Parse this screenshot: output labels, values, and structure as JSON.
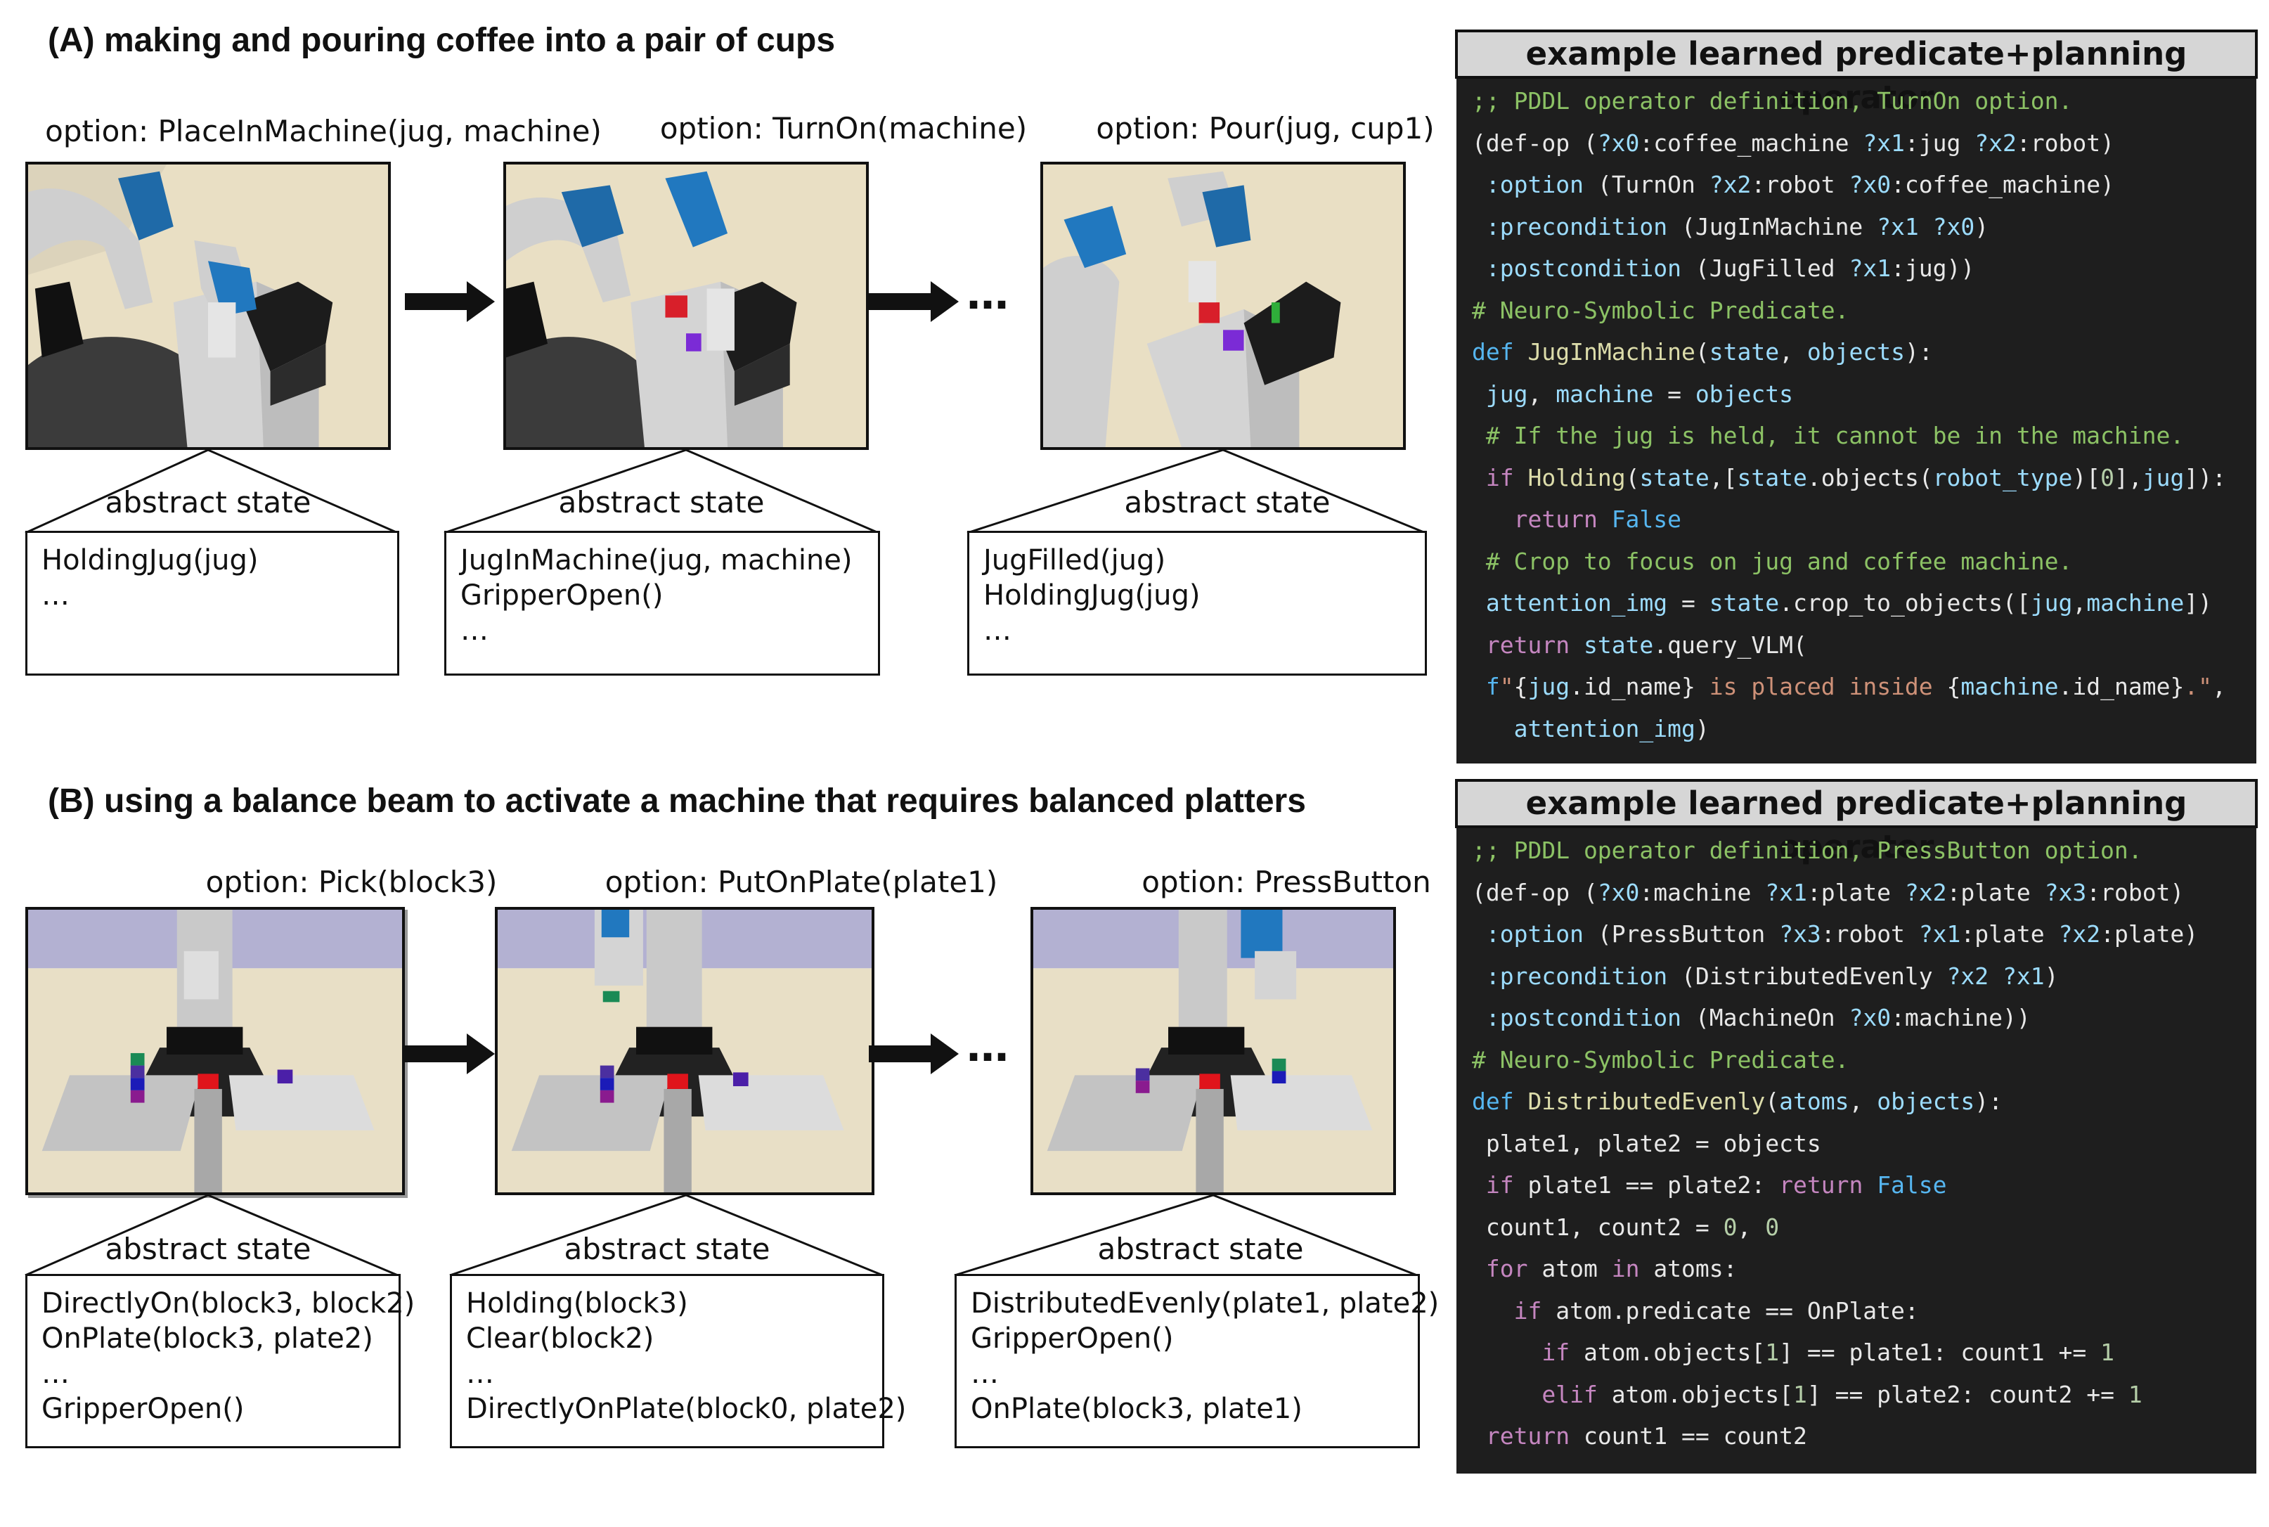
{
  "panel_a": {
    "heading": "(A) making and pouring coffee into a pair of cups",
    "steps": [
      {
        "option": "option: PlaceInMachine(jug, machine)",
        "state_label": "abstract state",
        "state_lines": [
          "HoldingJug(jug)",
          "…"
        ]
      },
      {
        "option": "option: TurnOn(machine)",
        "state_label": "abstract state",
        "state_lines": [
          "JugInMachine(jug, machine)",
          "GripperOpen()",
          "…"
        ]
      },
      {
        "option": "option: Pour(jug, cup1)",
        "state_label": "abstract state",
        "state_lines": [
          "JugFilled(jug)",
          "HoldingJug(jug)",
          "…"
        ]
      }
    ],
    "ellipsis": "…",
    "code_title": "example learned predicate+planning operator",
    "code_lines": [
      [
        [
          "c-cm",
          ";; PDDL operator definition, TurnOn option."
        ]
      ],
      [
        [
          "c-tx",
          "(def-op ("
        ],
        [
          "c-vr",
          "?x0"
        ],
        [
          "c-tx",
          ":coffee_machine "
        ],
        [
          "c-vr",
          "?x1"
        ],
        [
          "c-tx",
          ":jug "
        ],
        [
          "c-vr",
          "?x2"
        ],
        [
          "c-tx",
          ":robot)"
        ]
      ],
      [
        [
          "c-tx",
          " "
        ],
        [
          "c-vr",
          ":option"
        ],
        [
          "c-tx",
          " (TurnOn "
        ],
        [
          "c-vr",
          "?x2"
        ],
        [
          "c-tx",
          ":robot "
        ],
        [
          "c-vr",
          "?x0"
        ],
        [
          "c-tx",
          ":coffee_machine)"
        ]
      ],
      [
        [
          "c-tx",
          " "
        ],
        [
          "c-vr",
          ":precondition"
        ],
        [
          "c-tx",
          " (JugInMachine "
        ],
        [
          "c-vr",
          "?x1 ?x0"
        ],
        [
          "c-tx",
          ")"
        ]
      ],
      [
        [
          "c-tx",
          " "
        ],
        [
          "c-vr",
          ":postcondition"
        ],
        [
          "c-tx",
          " (JugFilled "
        ],
        [
          "c-vr",
          "?x1"
        ],
        [
          "c-tx",
          ":jug))"
        ]
      ],
      [
        [
          "c-cm",
          "# Neuro-Symbolic Predicate."
        ]
      ],
      [
        [
          "c-bl",
          "def "
        ],
        [
          "c-fn",
          "JugInMachine"
        ],
        [
          "c-tx",
          "("
        ],
        [
          "c-vr",
          "state"
        ],
        [
          "c-tx",
          ", "
        ],
        [
          "c-vr",
          "objects"
        ],
        [
          "c-tx",
          "):"
        ]
      ],
      [
        [
          "c-tx",
          " "
        ],
        [
          "c-vr",
          "jug"
        ],
        [
          "c-tx",
          ", "
        ],
        [
          "c-vr",
          "machine"
        ],
        [
          "c-tx",
          " = "
        ],
        [
          "c-vr",
          "objects"
        ]
      ],
      [
        [
          "c-cm",
          " # If the jug is held, it cannot be in the machine."
        ]
      ],
      [
        [
          "c-tx",
          " "
        ],
        [
          "c-kw",
          "if "
        ],
        [
          "c-fn",
          "Holding"
        ],
        [
          "c-tx",
          "("
        ],
        [
          "c-vr",
          "state"
        ],
        [
          "c-tx",
          ",["
        ],
        [
          "c-vr",
          "state"
        ],
        [
          "c-tx",
          ".objects("
        ],
        [
          "c-vr",
          "robot_type"
        ],
        [
          "c-tx",
          ")["
        ],
        [
          "c-nm",
          "0"
        ],
        [
          "c-tx",
          "],"
        ],
        [
          "c-vr",
          "jug"
        ],
        [
          "c-tx",
          "]):"
        ]
      ],
      [
        [
          "c-tx",
          "   "
        ],
        [
          "c-kw",
          "return "
        ],
        [
          "c-bl",
          "False"
        ]
      ],
      [
        [
          "c-cm",
          " # Crop to focus on jug and coffee machine."
        ]
      ],
      [
        [
          "c-tx",
          " "
        ],
        [
          "c-vr",
          "attention_img"
        ],
        [
          "c-tx",
          " = "
        ],
        [
          "c-vr",
          "state"
        ],
        [
          "c-tx",
          ".crop_to_objects(["
        ],
        [
          "c-vr",
          "jug"
        ],
        [
          "c-tx",
          ","
        ],
        [
          "c-vr",
          "machine"
        ],
        [
          "c-tx",
          "])"
        ]
      ],
      [
        [
          "c-tx",
          " "
        ],
        [
          "c-kw",
          "return "
        ],
        [
          "c-vr",
          "state"
        ],
        [
          "c-tx",
          ".query_VLM("
        ]
      ],
      [
        [
          "c-tx",
          " "
        ],
        [
          "c-bl",
          "f"
        ],
        [
          "c-st",
          "\""
        ],
        [
          "c-tx",
          "{"
        ],
        [
          "c-vr",
          "jug"
        ],
        [
          "c-tx",
          ".id_name}"
        ],
        [
          "c-st",
          " is placed inside "
        ],
        [
          "c-tx",
          "{"
        ],
        [
          "c-vr",
          "machine"
        ],
        [
          "c-tx",
          ".id_name}"
        ],
        [
          "c-st",
          ".\""
        ],
        [
          "c-tx",
          ","
        ]
      ],
      [
        [
          "c-tx",
          "   "
        ],
        [
          "c-vr",
          "attention_img"
        ],
        [
          "c-tx",
          ")"
        ]
      ]
    ]
  },
  "panel_b": {
    "heading": "(B) using a balance beam to activate a machine that requires balanced platters",
    "steps": [
      {
        "option": "option: Pick(block3)",
        "state_label": "abstract state",
        "state_lines": [
          "DirectlyOn(block3, block2)",
          "OnPlate(block3, plate2)",
          "…",
          "GripperOpen()"
        ]
      },
      {
        "option": "option: PutOnPlate(plate1)",
        "state_label": "abstract state",
        "state_lines": [
          "Holding(block3)",
          "Clear(block2)",
          "…",
          "DirectlyOnPlate(block0, plate2)"
        ]
      },
      {
        "option": "option: PressButton",
        "state_label": "abstract state",
        "state_lines": [
          "DistributedEvenly(plate1, plate2)",
          "GripperOpen()",
          "…",
          "OnPlate(block3, plate1)"
        ]
      }
    ],
    "ellipsis": "…",
    "code_title": "example learned predicate+planning operator",
    "code_lines": [
      [
        [
          "c-cm",
          ";; PDDL operator definition, PressButton option."
        ]
      ],
      [
        [
          "c-tx",
          "(def-op ("
        ],
        [
          "c-vr",
          "?x0"
        ],
        [
          "c-tx",
          ":machine "
        ],
        [
          "c-vr",
          "?x1"
        ],
        [
          "c-tx",
          ":plate "
        ],
        [
          "c-vr",
          "?x2"
        ],
        [
          "c-tx",
          ":plate "
        ],
        [
          "c-vr",
          "?x3"
        ],
        [
          "c-tx",
          ":robot)"
        ]
      ],
      [
        [
          "c-tx",
          " "
        ],
        [
          "c-vr",
          ":option"
        ],
        [
          "c-tx",
          " (PressButton "
        ],
        [
          "c-vr",
          "?x3"
        ],
        [
          "c-tx",
          ":robot "
        ],
        [
          "c-vr",
          "?x1"
        ],
        [
          "c-tx",
          ":plate "
        ],
        [
          "c-vr",
          "?x2"
        ],
        [
          "c-tx",
          ":plate)"
        ]
      ],
      [
        [
          "c-tx",
          " "
        ],
        [
          "c-vr",
          ":precondition"
        ],
        [
          "c-tx",
          " (DistributedEvenly "
        ],
        [
          "c-vr",
          "?x2 ?x1"
        ],
        [
          "c-tx",
          ")"
        ]
      ],
      [
        [
          "c-tx",
          " "
        ],
        [
          "c-vr",
          ":postcondition"
        ],
        [
          "c-tx",
          " (MachineOn "
        ],
        [
          "c-vr",
          "?x0"
        ],
        [
          "c-tx",
          ":machine))"
        ]
      ],
      [
        [
          "c-cm",
          "# Neuro-Symbolic Predicate."
        ]
      ],
      [
        [
          "c-bl",
          "def "
        ],
        [
          "c-fn",
          "DistributedEvenly"
        ],
        [
          "c-tx",
          "("
        ],
        [
          "c-vr",
          "atoms"
        ],
        [
          "c-tx",
          ", "
        ],
        [
          "c-vr",
          "objects"
        ],
        [
          "c-tx",
          "):"
        ]
      ],
      [
        [
          "c-tx",
          " plate1, plate2 = objects"
        ]
      ],
      [
        [
          "c-tx",
          " "
        ],
        [
          "c-kw",
          "if "
        ],
        [
          "c-tx",
          "plate1 == plate2: "
        ],
        [
          "c-kw",
          "return "
        ],
        [
          "c-bl",
          "False"
        ]
      ],
      [
        [
          "c-tx",
          " count1, count2 = "
        ],
        [
          "c-nm",
          "0"
        ],
        [
          "c-tx",
          ", "
        ],
        [
          "c-nm",
          "0"
        ]
      ],
      [
        [
          "c-tx",
          " "
        ],
        [
          "c-kw",
          "for "
        ],
        [
          "c-tx",
          "atom "
        ],
        [
          "c-kw",
          "in "
        ],
        [
          "c-tx",
          "atoms:"
        ]
      ],
      [
        [
          "c-tx",
          "   "
        ],
        [
          "c-kw",
          "if "
        ],
        [
          "c-tx",
          "atom.predicate == OnPlate:"
        ]
      ],
      [
        [
          "c-tx",
          "     "
        ],
        [
          "c-kw",
          "if "
        ],
        [
          "c-tx",
          "atom.objects["
        ],
        [
          "c-nm",
          "1"
        ],
        [
          "c-tx",
          "] == plate1: count1 += "
        ],
        [
          "c-nm",
          "1"
        ]
      ],
      [
        [
          "c-tx",
          "     "
        ],
        [
          "c-kw",
          "elif "
        ],
        [
          "c-tx",
          "atom.objects["
        ],
        [
          "c-nm",
          "1"
        ],
        [
          "c-tx",
          "] == plate2: count2 += "
        ],
        [
          "c-nm",
          "1"
        ]
      ],
      [
        [
          "c-tx",
          " "
        ],
        [
          "c-kw",
          "return "
        ],
        [
          "c-tx",
          "count1 == count2"
        ]
      ]
    ]
  }
}
